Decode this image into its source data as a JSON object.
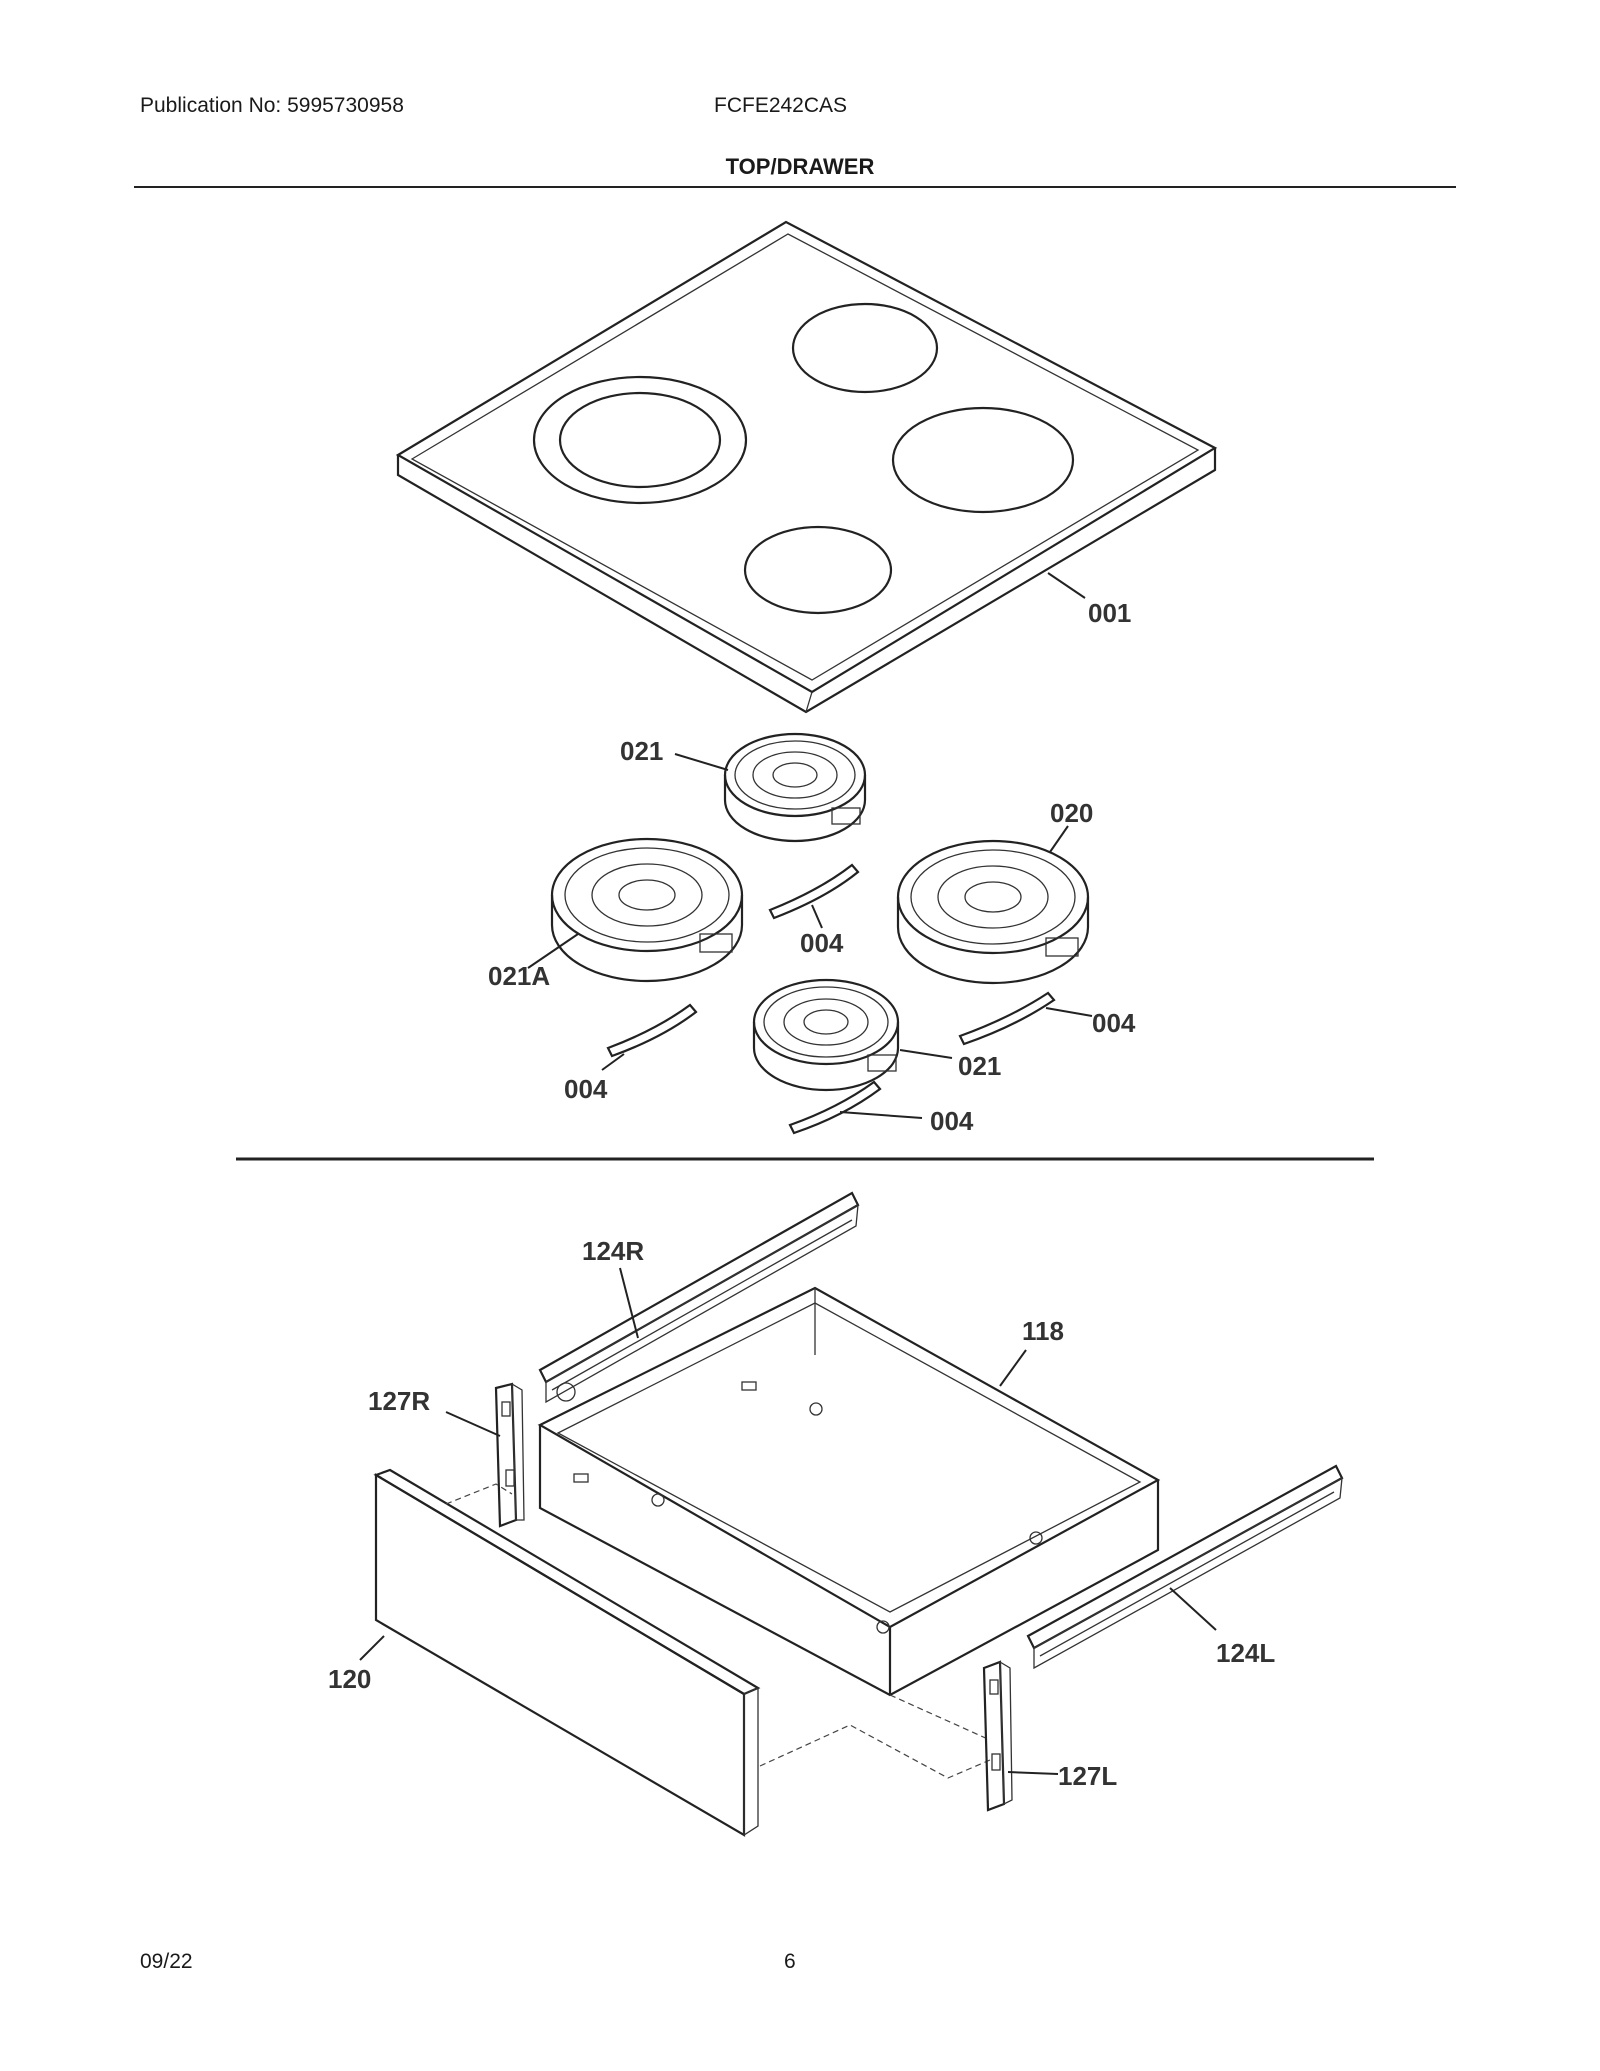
{
  "header": {
    "publication": "Publication No: 5995730958",
    "model": "FCFE242CAS",
    "title": "TOP/DRAWER"
  },
  "footer": {
    "date": "09/22",
    "page": "6"
  },
  "callouts": {
    "c001": "001",
    "c021_top": "021",
    "c020": "020",
    "c021a": "021A",
    "c004_mid": "004",
    "c004_right": "004",
    "c004_left": "004",
    "c021_bottom": "021",
    "c004_bottom": "004",
    "c124r": "124R",
    "c118": "118",
    "c127r": "127R",
    "c124l": "124L",
    "c120": "120",
    "c127l": "127L"
  }
}
